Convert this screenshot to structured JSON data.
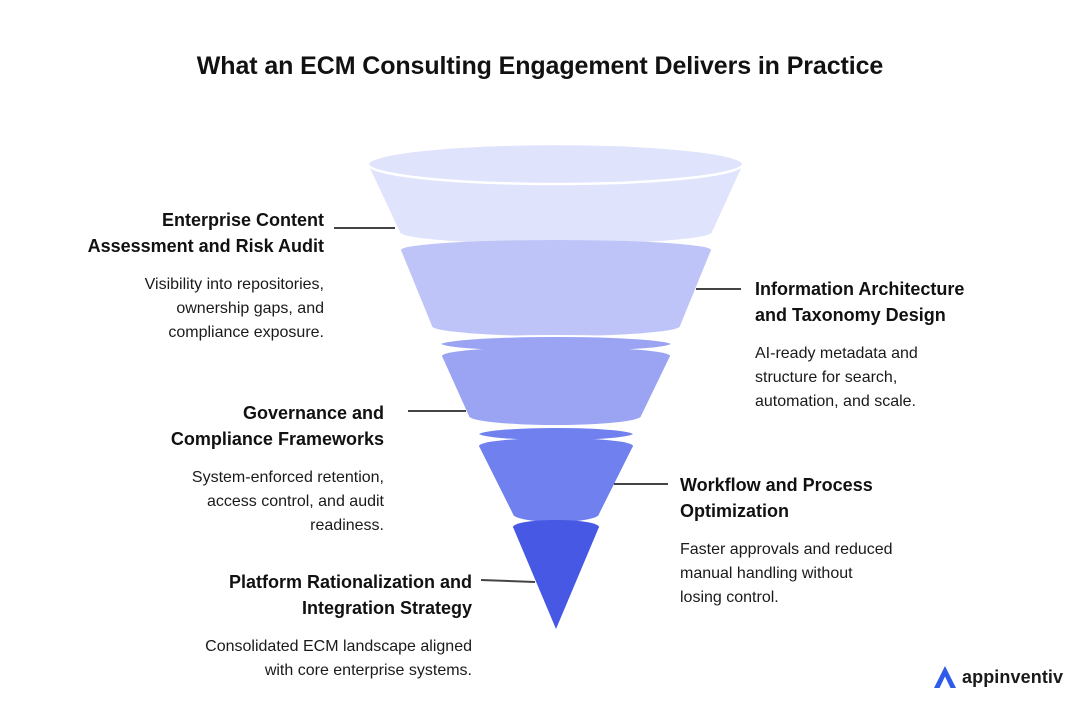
{
  "title": "What an ECM Consulting Engagement Delivers in Practice",
  "colors": {
    "stage1": "#dfe3fb",
    "stage2": "#bec4f7",
    "stage3": "#9aa4f2",
    "stage4": "#7080ee",
    "stage5": "#4658e4",
    "line": "#444444",
    "logo_blue": "#2f5bea"
  },
  "stages": [
    {
      "title_lines": [
        "Enterprise Content",
        "Assessment and Risk Audit"
      ],
      "description_lines": [
        "Visibility into repositories,",
        "ownership gaps, and",
        "compliance exposure."
      ]
    },
    {
      "title_lines": [
        "Information Architecture",
        "and Taxonomy Design"
      ],
      "description_lines": [
        "AI-ready metadata and",
        "structure for search,",
        "automation, and scale."
      ]
    },
    {
      "title_lines": [
        "Governance and",
        "Compliance Frameworks"
      ],
      "description_lines": [
        "System-enforced retention,",
        "access control, and audit",
        "readiness."
      ]
    },
    {
      "title_lines": [
        "Workflow and Process",
        "Optimization"
      ],
      "description_lines": [
        "Faster approvals and reduced",
        "manual handling without",
        "losing control."
      ]
    },
    {
      "title_lines": [
        "Platform Rationalization and",
        "Integration Strategy"
      ],
      "description_lines": [
        "Consolidated ECM landscape aligned",
        "with core enterprise systems."
      ]
    }
  ],
  "logo": {
    "text": "appinventiv",
    "icon": "appinventiv-a-logo-icon"
  }
}
